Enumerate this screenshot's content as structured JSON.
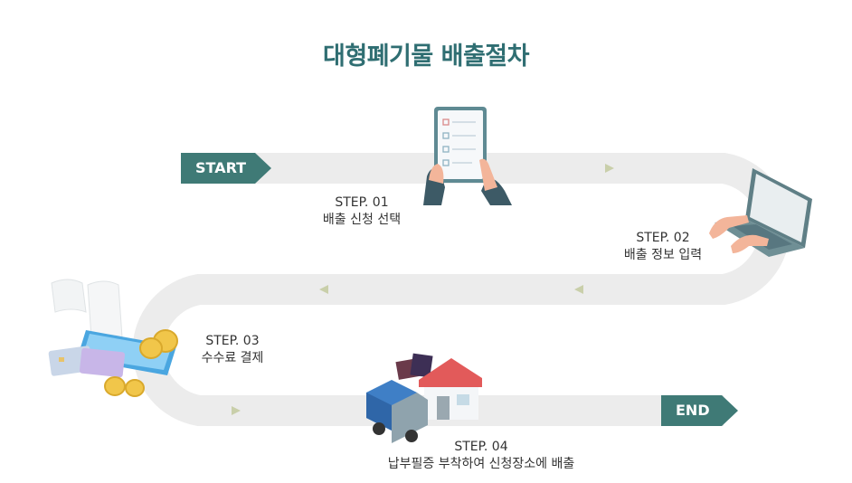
{
  "title": "대형폐기물 배출절차",
  "start_label": "START",
  "end_label": "END",
  "steps": [
    {
      "num": "STEP. 01",
      "text": "배출 신청 선택"
    },
    {
      "num": "STEP. 02",
      "text": "배출 정보 입력"
    },
    {
      "num": "STEP. 03",
      "text": "수수료 결제"
    },
    {
      "num": "STEP. 04",
      "text": "납부필증 부착하여 신청장소에 배출"
    }
  ],
  "colors": {
    "accent": "#3f7a76",
    "title": "#2f6e72",
    "road": "#ececec",
    "arrow": "#c9cfaa"
  }
}
